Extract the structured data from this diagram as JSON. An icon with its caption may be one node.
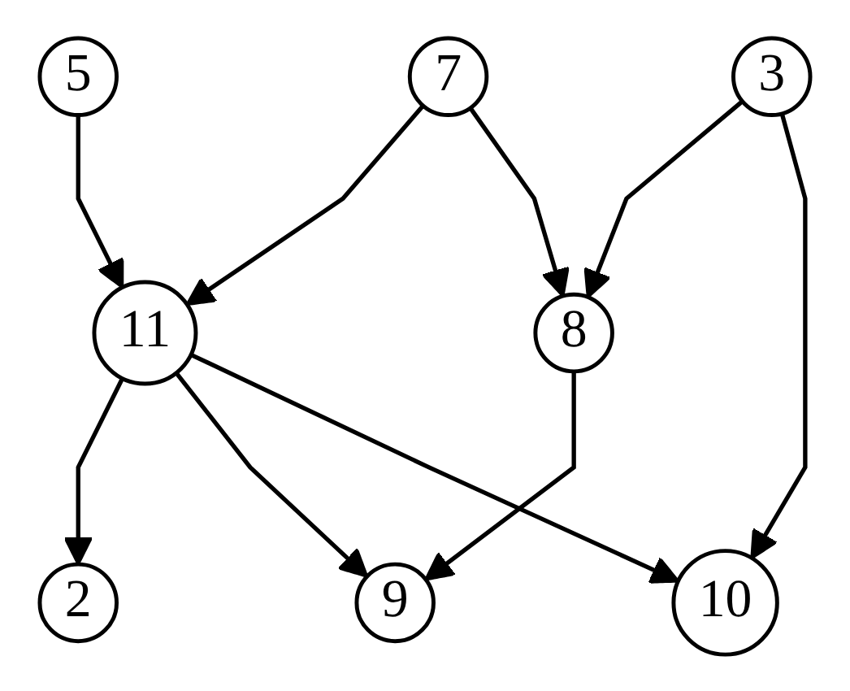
{
  "diagram": {
    "nodes": [
      {
        "text": [
          "5"
        ]
      },
      {
        "text": [
          "7"
        ]
      },
      {
        "text": [
          "3"
        ]
      },
      {
        "text": [
          "11"
        ]
      },
      {
        "text": [
          "8"
        ]
      },
      {
        "text": [
          "2"
        ]
      },
      {
        "text": [
          "9"
        ]
      },
      {
        "text": [
          "10"
        ]
      }
    ],
    "edges": [
      {
        "from": 0,
        "to": 3,
        "arrow": "to"
      },
      {
        "from": 1,
        "to": 3,
        "arrow": "to"
      },
      {
        "from": 1,
        "to": 4,
        "arrow": "to"
      },
      {
        "from": 2,
        "to": 4,
        "arrow": "to"
      },
      {
        "from": 2,
        "to": 7,
        "arrow": "to"
      },
      {
        "from": 3,
        "to": 5,
        "arrow": "to"
      },
      {
        "from": 3,
        "to": 6,
        "arrow": "to"
      },
      {
        "from": 3,
        "to": 7,
        "arrow": "to"
      },
      {
        "from": 4,
        "to": 6,
        "arrow": "to"
      }
    ]
  }
}
